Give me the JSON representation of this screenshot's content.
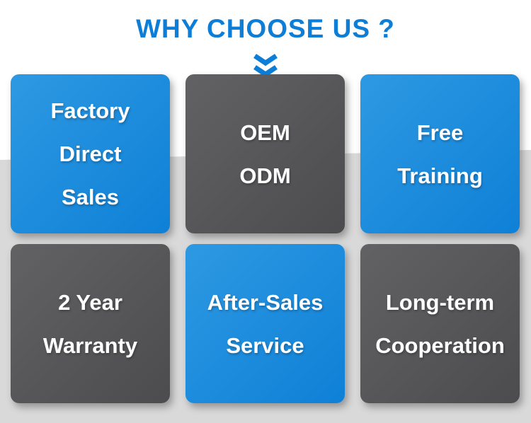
{
  "header": {
    "title": "WHY CHOOSE US ?"
  },
  "icons": {
    "chevron": "double-chevron-down"
  },
  "tiles": [
    {
      "id": "factory-direct-sales",
      "color": "blue",
      "lines": [
        "Factory",
        "Direct",
        "Sales"
      ]
    },
    {
      "id": "oem-odm",
      "color": "dark",
      "lines": [
        "OEM",
        "ODM"
      ]
    },
    {
      "id": "free-training",
      "color": "blue",
      "lines": [
        "Free",
        "Training"
      ]
    },
    {
      "id": "two-year-warranty",
      "color": "dark",
      "lines": [
        "2 Year",
        "Warranty"
      ]
    },
    {
      "id": "after-sales-service",
      "color": "blue",
      "lines": [
        "After-Sales",
        "Service"
      ]
    },
    {
      "id": "long-term-cooperation",
      "color": "dark",
      "lines": [
        "Long-term",
        "Cooperation"
      ]
    }
  ],
  "colors": {
    "accent_blue": "#0c7ed8",
    "tile_blue": "#1188db",
    "tile_dark": "#565659",
    "band_gray": "#d9d9d9",
    "text_white": "#ffffff"
  }
}
